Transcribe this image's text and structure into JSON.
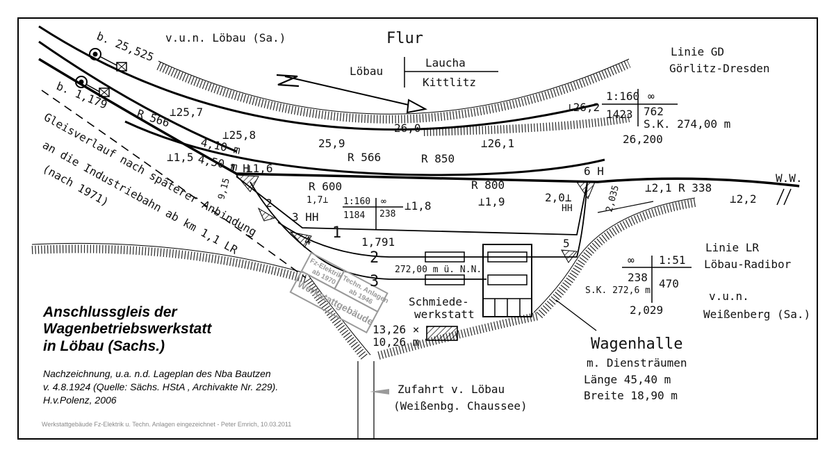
{
  "header": {
    "from": "v.u.n. Löbau (Sa.)",
    "flur": "Flur",
    "flur_left": "Löbau",
    "flur_top": "Laucha",
    "flur_bottom": "Kittlitz",
    "linie_gd_1": "Linie GD",
    "linie_gd_2": "Görlitz-Dresden"
  },
  "km_top": [
    "b. 25,525",
    "b. 1,179"
  ],
  "gradients": {
    "g1": "25,7",
    "g2": "25,8",
    "g3": "25,9",
    "g4": "26,0",
    "g5": "26,1",
    "g6": "26,2",
    "g7": "1,5",
    "g8": "1,6",
    "g9": "1,7",
    "g10": "1,8",
    "g11": "1,9",
    "g12": "2,0",
    "g13": "2,1",
    "g14": "2,2"
  },
  "radii": {
    "r1": "R 566",
    "r2": "R 566",
    "r3": "R 850",
    "r4": "R 600",
    "r5": "R 800",
    "r6": "R 338"
  },
  "distances": {
    "d1": "4,10 m",
    "d2": "4,50 m",
    "d3": "9,15",
    "d4": "2,035"
  },
  "switches": {
    "s1": "1 H",
    "s2": "2",
    "s3": "3 HH",
    "s4": "4",
    "s5": "5",
    "s6": "6 H",
    "s7": "HH"
  },
  "tracks": {
    "t1": "1",
    "t2": "2",
    "t3": "3",
    "km": "1,791",
    "height": "272,00 m ü. N.N."
  },
  "scale_box_1": {
    "ratio": "1:160",
    "inf": "∞",
    "left": "1423",
    "right": "762",
    "sk": "S.K. 274,00 m",
    "km": "26,200"
  },
  "scale_box_2": {
    "ratio": "1:160",
    "inf": "∞",
    "left": "1184",
    "right": "238"
  },
  "scale_box_3": {
    "inf": "∞",
    "ratio": "1:51",
    "left": "238",
    "right": "470",
    "sk": "S.K. 272,6 m",
    "km": "2,029"
  },
  "ww": "W.W.",
  "linie_lr": {
    "l1": "Linie LR",
    "l2": "Löbau-Radibor",
    "l3": "v.u.n.",
    "l4": "Weißenberg (Sa.)"
  },
  "gleisverlauf": [
    "Gleisverlauf nach späterer Anbindung",
    "an die Industriebahn ab km 1,1 LR",
    "(nach 1971)"
  ],
  "schmiede": [
    "Schmiede-",
    "werkstatt"
  ],
  "schmiede_dims": [
    "13,26 ×",
    "10,26 m"
  ],
  "grey_buildings": {
    "fz1": "Fz-Elektrik",
    "fz2": "ab 1970",
    "tech1": "Techn. Anlagen",
    "tech2": "ab 1946",
    "werk": "Werkstattgebäude"
  },
  "wagenhalle": {
    "title": "Wagenhalle",
    "sub": "m. Diensträumen",
    "len": "Länge 45,40 m",
    "wid": "Breite 18,90 m"
  },
  "zufahrt": [
    "Zufahrt v. Löbau",
    "(Weißenbg. Chaussee)"
  ],
  "title_lines": [
    "Anschlussgleis der",
    "Wagenbetriebswerkstatt",
    "in Löbau (Sachs.)"
  ],
  "caption_lines": [
    "Nachzeichnung, u.a. n.d. Lageplan des Nba Bautzen",
    "v. 4.8.1924 (Quelle: Sächs. HStA , Archivakte Nr. 229).",
    "H.v.Polenz, 2006"
  ],
  "footer": "Werkstattgebäude Fz-Elektrik u. Techn. Anlagen eingezeichnet - Peter Emrich, 10.03.2011"
}
